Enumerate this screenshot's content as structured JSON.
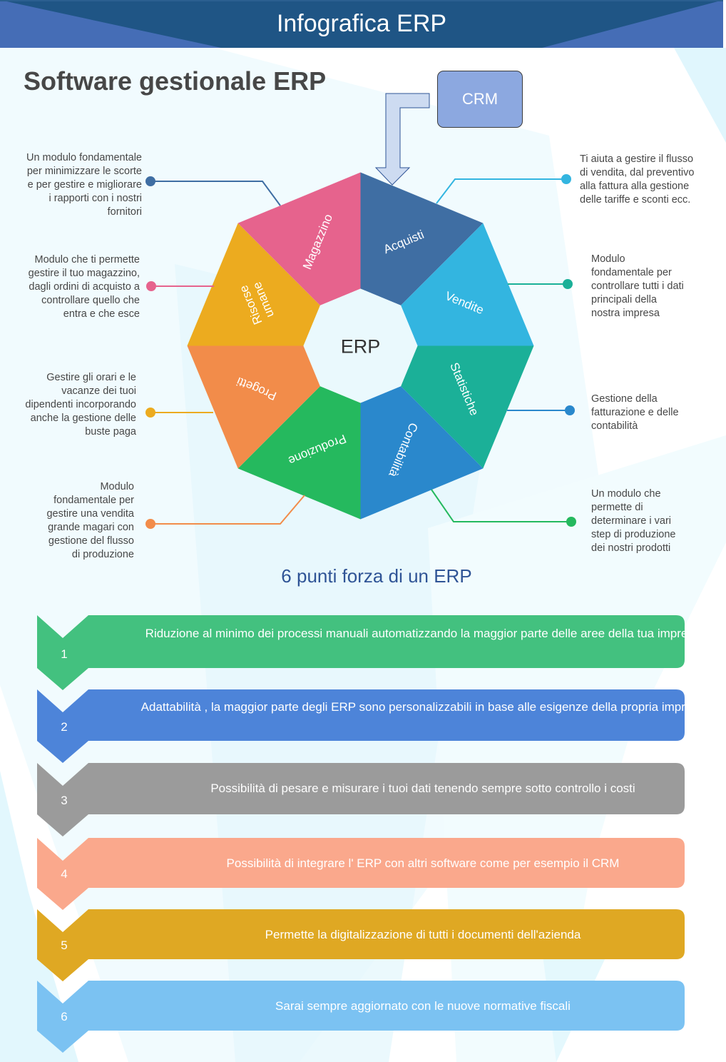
{
  "header": {
    "title": "Infografica ERP"
  },
  "main_title": "Software gestionale ERP",
  "crm": {
    "label": "CRM"
  },
  "hub": {
    "label": "ERP"
  },
  "modules": [
    {
      "name": "Acquisti",
      "color": "#3f6ea3",
      "description": "Un modulo fondamentale per minimizzare le scorte e per gestire e migliorare i rapporti con i nostri fornitori",
      "desc_lines": [
        "Un modulo fondamentale",
        "per minimizzare le scorte",
        "e per gestire e migliorare",
        "i rapporti con i nostri",
        "fornitori"
      ]
    },
    {
      "name": "Vendite",
      "color": "#33b5e0",
      "description": "Ti aiuta a gestire il flusso di vendita, dal preventivo alla fattura alla gestione delle tariffe e sconti ecc.",
      "desc_lines": [
        "Ti aiuta a gestire il flusso",
        "di vendita, dal preventivo",
        "alla fattura alla gestione",
        "delle tariffe e sconti ecc."
      ]
    },
    {
      "name": "Statistiche",
      "color": "#1bb098",
      "description": "Modulo fondamentale per controllare tutti i dati principali della nostra impresa",
      "desc_lines": [
        "Modulo",
        "fondamentale per",
        "controllare tutti i dati",
        "principali della",
        "nostra impresa"
      ]
    },
    {
      "name": "Contabilità",
      "color": "#2a88cc",
      "description": "Gestione della fatturazione e delle contabilità",
      "desc_lines": [
        "Gestione della",
        "fatturazione e delle",
        "contabilità"
      ]
    },
    {
      "name": "Produzione",
      "color": "#25b95e",
      "description": "Un modulo che permette di determinare i vari step di produzione dei nostri prodotti",
      "desc_lines": [
        "Un modulo che",
        "permette di",
        "determinare i vari",
        "step di produzione",
        "dei nostri prodotti"
      ]
    },
    {
      "name": "Progetti",
      "color": "#f28c4a",
      "description": "Modulo fondamentale per gestire una vendita grande magari con gestione del flusso di produzione",
      "desc_lines": [
        "Modulo",
        "fondamentale per",
        "gestire una vendita",
        "grande magari con",
        "gestione del flusso",
        "di produzione"
      ]
    },
    {
      "name": "Risorse umane",
      "color": "#ecab1f",
      "name_lines": [
        "Risorse",
        "umane"
      ],
      "description": "Gestire gli orari e le vacanze dei tuoi dipendenti incorporando anche la gestione delle buste paga",
      "desc_lines": [
        "Gestire gli orari e le",
        "vacanze dei tuoi",
        "dipendenti incorporando",
        "anche la gestione delle",
        "buste paga"
      ]
    },
    {
      "name": "Magazzino",
      "color": "#e6638d",
      "description": "Modulo che ti permette gestire il tuo magazzino, dagli ordini di acquisto a controllare quello che entra e che esce",
      "desc_lines": [
        "Modulo che ti permette",
        "gestire il tuo magazzino,",
        "dagli ordini di acquisto a",
        "controllare quello che",
        "entra e che esce"
      ]
    }
  ],
  "strengths": {
    "title": "6 punti forza di un ERP",
    "items": [
      {
        "number": "1",
        "color": "#43c17f",
        "text": "Riduzione al minimo dei processi manuali automatizzando la maggior parte delle aree della tua impresa"
      },
      {
        "number": "2",
        "color": "#4d84d9",
        "text": "Adattabilità , la maggior parte degli ERP sono personalizzabili in base alle esigenze della propria impresa"
      },
      {
        "number": "3",
        "color": "#9b9b9b",
        "text": "Possibilità di pesare e misurare i tuoi dati tenendo sempre sotto controllo i costi"
      },
      {
        "number": "4",
        "color": "#faa88c",
        "text": "Possibilità di integrare l' ERP con altri software come per esempio il CRM"
      },
      {
        "number": "5",
        "color": "#dfa823",
        "text": "Permette la digitalizzazione di tutti i documenti dell'azienda"
      },
      {
        "number": "6",
        "color": "#7bc2f2",
        "text": "Sarai sempre aggiornato con le nuove normative fiscali"
      }
    ]
  },
  "colors": {
    "header_dark": "#1f5585",
    "header_light": "#456db6",
    "bg_tint": "#e2f7fd",
    "text_dark": "#474747",
    "section_title": "#2f5496"
  }
}
